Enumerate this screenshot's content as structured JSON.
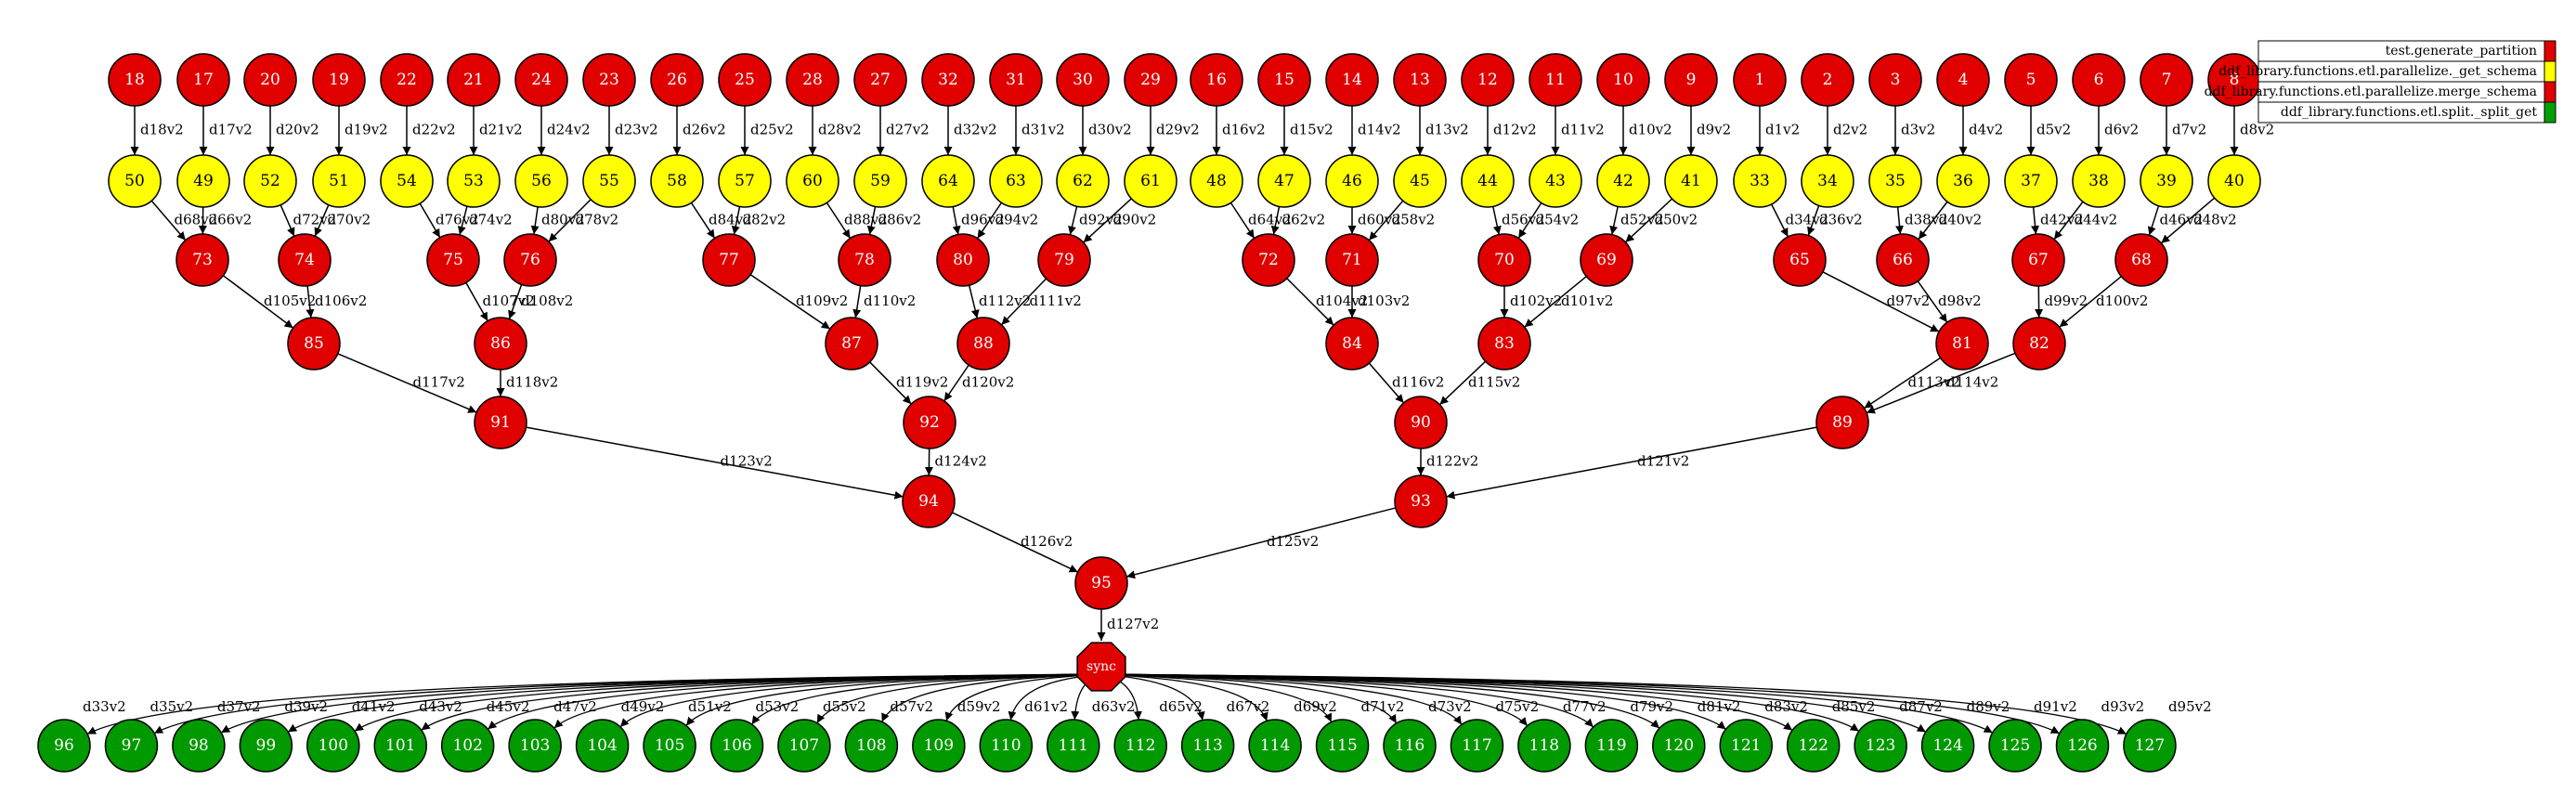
{
  "legend": {
    "items": [
      {
        "label": "test.generate_partition",
        "color": "#e00000"
      },
      {
        "label": "ddf_library.functions.etl.parallelize._get_schema",
        "color": "#ffff00"
      },
      {
        "label": "ddf_library.functions.etl.parallelize.merge_schema",
        "color": "#e00000"
      },
      {
        "label": "ddf_library.functions.etl.split._split_get",
        "color": "#00a000"
      }
    ]
  },
  "colors": {
    "red": "#e00000",
    "yellow": "#ffff00",
    "green": "#009900",
    "edge": "#000000"
  },
  "graph": {
    "top_nodes": [
      "18",
      "17",
      "20",
      "19",
      "22",
      "21",
      "24",
      "23",
      "26",
      "25",
      "28",
      "27",
      "32",
      "31",
      "30",
      "29",
      "16",
      "15",
      "14",
      "13",
      "12",
      "11",
      "10",
      "9",
      "1",
      "2",
      "3",
      "4",
      "5",
      "6",
      "7",
      "8"
    ],
    "schema_nodes": [
      "50",
      "49",
      "52",
      "51",
      "54",
      "53",
      "56",
      "55",
      "58",
      "57",
      "60",
      "59",
      "64",
      "63",
      "62",
      "61",
      "48",
      "47",
      "46",
      "45",
      "44",
      "43",
      "42",
      "41",
      "33",
      "34",
      "35",
      "36",
      "37",
      "38",
      "39",
      "40"
    ],
    "top_edge_labels": [
      "d18v2",
      "d17v2",
      "d20v2",
      "d19v2",
      "d22v2",
      "d21v2",
      "d24v2",
      "d23v2",
      "d26v2",
      "d25v2",
      "d28v2",
      "d27v2",
      "d32v2",
      "d31v2",
      "d30v2",
      "d29v2",
      "d16v2",
      "d15v2",
      "d14v2",
      "d13v2",
      "d12v2",
      "d11v2",
      "d10v2",
      "d9v2",
      "d1v2",
      "d2v2",
      "d3v2",
      "d4v2",
      "d5v2",
      "d6v2",
      "d7v2",
      "d8v2"
    ],
    "merge_level1": [
      {
        "id": "73",
        "labels": [
          "d68v2",
          "d66v2"
        ]
      },
      {
        "id": "74",
        "labels": [
          "d72v2",
          "d70v2"
        ]
      },
      {
        "id": "75",
        "labels": [
          "d76v2",
          "d74v2"
        ]
      },
      {
        "id": "76",
        "labels": [
          "d80v2",
          "d78v2"
        ]
      },
      {
        "id": "77",
        "labels": [
          "d84v2",
          "d82v2"
        ]
      },
      {
        "id": "78",
        "labels": [
          "d88v2",
          "d86v2"
        ]
      },
      {
        "id": "80",
        "labels": [
          "d96v2",
          "d94v2"
        ]
      },
      {
        "id": "79",
        "labels": [
          "d92v2",
          "d90v2"
        ]
      },
      {
        "id": "72",
        "labels": [
          "d64v2",
          "d62v2"
        ]
      },
      {
        "id": "71",
        "labels": [
          "d60v2",
          "d58v2"
        ]
      },
      {
        "id": "70",
        "labels": [
          "d56v2",
          "d54v2"
        ]
      },
      {
        "id": "69",
        "labels": [
          "d52v2",
          "d50v2"
        ]
      },
      {
        "id": "65",
        "labels": [
          "d34v2",
          "d36v2"
        ]
      },
      {
        "id": "66",
        "labels": [
          "d38v2",
          "d40v2"
        ]
      },
      {
        "id": "67",
        "labels": [
          "d42v2",
          "d44v2"
        ]
      },
      {
        "id": "68",
        "labels": [
          "d46v2",
          "d48v2"
        ]
      }
    ],
    "merge_level2": [
      {
        "id": "85",
        "labels": [
          "d105v2",
          "d106v2"
        ]
      },
      {
        "id": "86",
        "labels": [
          "d107v2",
          "d108v2"
        ]
      },
      {
        "id": "87",
        "labels": [
          "d109v2",
          "d110v2"
        ]
      },
      {
        "id": "88",
        "labels": [
          "d112v2",
          "d111v2"
        ]
      },
      {
        "id": "84",
        "labels": [
          "d104v2",
          "d103v2"
        ]
      },
      {
        "id": "83",
        "labels": [
          "d102v2",
          "d101v2"
        ]
      },
      {
        "id": "81",
        "labels": [
          "d97v2",
          "d98v2"
        ]
      },
      {
        "id": "82",
        "labels": [
          "d99v2",
          "d100v2"
        ]
      }
    ],
    "merge_level3": [
      {
        "id": "91",
        "labels": [
          "d117v2",
          "d118v2"
        ]
      },
      {
        "id": "92",
        "labels": [
          "d119v2",
          "d120v2"
        ]
      },
      {
        "id": "90",
        "labels": [
          "d116v2",
          "d115v2"
        ]
      },
      {
        "id": "89",
        "labels": [
          "d113v2",
          "d114v2"
        ]
      }
    ],
    "merge_level4": [
      {
        "id": "94",
        "labels": [
          "d123v2",
          "d124v2"
        ]
      },
      {
        "id": "93",
        "labels": [
          "d122v2",
          "d121v2"
        ]
      }
    ],
    "merge_level5": [
      {
        "id": "95",
        "labels": [
          "d126v2",
          "d125v2"
        ]
      }
    ],
    "sync": {
      "label": "sync",
      "edge_label": "d127v2"
    },
    "bottom_nodes": [
      "96",
      "97",
      "98",
      "99",
      "100",
      "101",
      "102",
      "103",
      "104",
      "105",
      "106",
      "107",
      "108",
      "109",
      "110",
      "111",
      "112",
      "113",
      "114",
      "115",
      "116",
      "117",
      "118",
      "119",
      "120",
      "121",
      "122",
      "123",
      "124",
      "125",
      "126",
      "127"
    ],
    "bottom_edge_labels": [
      "d33v2",
      "d35v2",
      "d37v2",
      "d39v2",
      "d41v2",
      "d43v2",
      "d45v2",
      "d47v2",
      "d49v2",
      "d51v2",
      "d53v2",
      "d55v2",
      "d57v2",
      "d59v2",
      "d61v2",
      "d63v2",
      "d65v2",
      "d67v2",
      "d69v2",
      "d71v2",
      "d73v2",
      "d75v2",
      "d77v2",
      "d79v2",
      "d81v2",
      "d83v2",
      "d85v2",
      "d87v2",
      "d89v2",
      "d91v2",
      "d93v2",
      "d95v2"
    ]
  }
}
